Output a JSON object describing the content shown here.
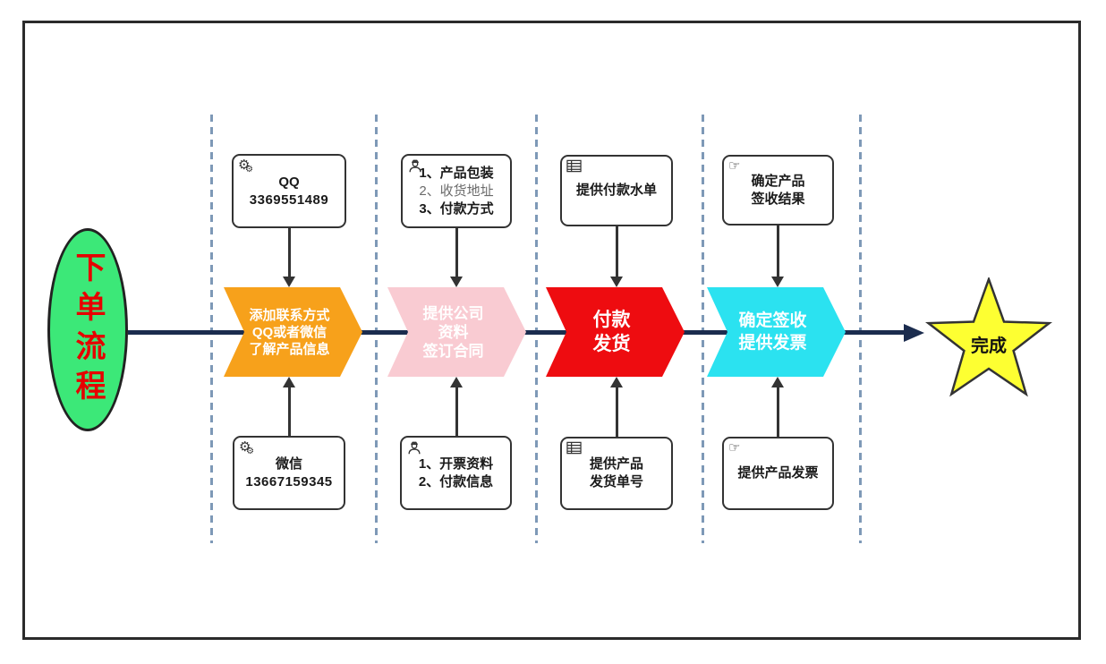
{
  "diagram_title": "下单流程",
  "colors": {
    "start_oval_fill": "#3ce878",
    "start_oval_text": "#e60000",
    "stage_contact_fill": "#f7a11b",
    "stage_company_fill": "#f9cbd2",
    "stage_payment_fill": "#ee0c10",
    "stage_receipt_fill": "#2be2f0",
    "finish_star_fill": "#fdff32",
    "flow_line": "#1b2c4e",
    "lane_divider": "#7e99b7"
  },
  "start": {
    "label": "下单流程"
  },
  "finish": {
    "label": "完成"
  },
  "stages": [
    {
      "label_lines": [
        "添加联系方式",
        "QQ或者微信",
        "了解产品信息"
      ]
    },
    {
      "label_lines": [
        "提供公司",
        "资料",
        "签订合同"
      ]
    },
    {
      "label_lines": [
        "付款",
        "发货"
      ]
    },
    {
      "label_lines": [
        "确定签收",
        "提供发票"
      ]
    }
  ],
  "top_boxes": [
    {
      "icon": "gears-icon",
      "lines": [
        "QQ",
        "3369551489"
      ]
    },
    {
      "icon": "courier-icon",
      "lines": [
        "1、产品包装",
        "2、收货地址",
        "3、付款方式"
      ]
    },
    {
      "icon": "table-icon",
      "lines": [
        "提供付款水单"
      ]
    },
    {
      "icon": "hand-icon",
      "lines": [
        "确定产品",
        "签收结果"
      ]
    }
  ],
  "bottom_boxes": [
    {
      "icon": "gears-icon",
      "lines": [
        "微信",
        "13667159345"
      ]
    },
    {
      "icon": "courier-icon",
      "lines": [
        "1、开票资料",
        "2、付款信息"
      ]
    },
    {
      "icon": "table-icon",
      "lines": [
        "提供产品",
        "发货单号"
      ]
    },
    {
      "icon": "hand-icon",
      "lines": [
        "提供产品发票"
      ]
    }
  ]
}
